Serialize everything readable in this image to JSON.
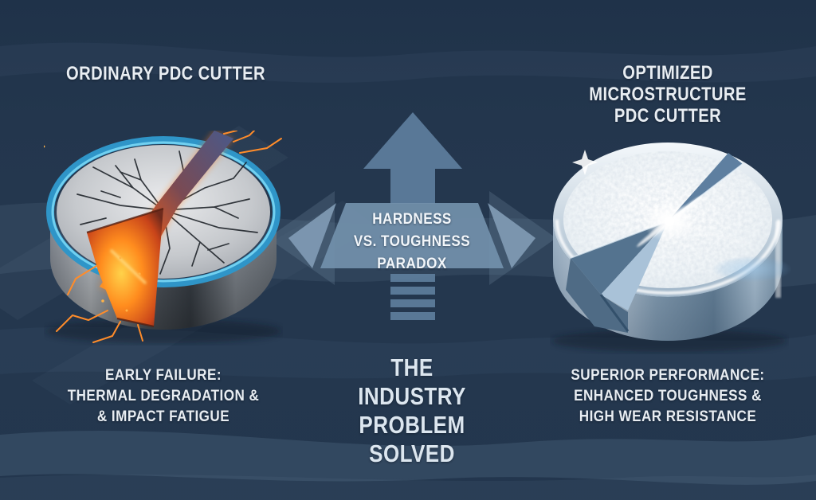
{
  "left_panel": {
    "title": "ORDINARY PDC CUTTER",
    "illustration_icon": "cracked-pdc-cutter",
    "caption_lines": [
      "EARLY FAILURE:",
      "THERMAL DEGRADATION &",
      "& IMPACT FATIGUE"
    ]
  },
  "center_panel": {
    "paradox_lines": [
      "HARDNESS",
      "VS. TOUGHNESS",
      "PARADOX"
    ],
    "headline_lines": [
      "THE",
      "INDUSTRY PROBLEM",
      "SOLVED"
    ]
  },
  "right_panel": {
    "title_lines": [
      "OPTIMIZED MICROSTRUCTURE",
      "PDC CUTTER"
    ],
    "illustration_icon": "optimized-pdc-cutter",
    "caption_lines": [
      "SUPERIOR PERFORMANCE:",
      "ENHANCED TOUGHNESS &",
      "HIGH WEAR RESISTANCE"
    ]
  },
  "colors": {
    "background": "#24374E",
    "wave": "#8FB0C9",
    "arrow": "#5E7E9D",
    "band": "#7290AB",
    "arrowhead": "#7E99B2",
    "text": "#E8EDF2",
    "rim_blue": "#3FA9DC",
    "lava_orange": "#FF8C1E",
    "steel_blue": "#9DB3C6"
  }
}
